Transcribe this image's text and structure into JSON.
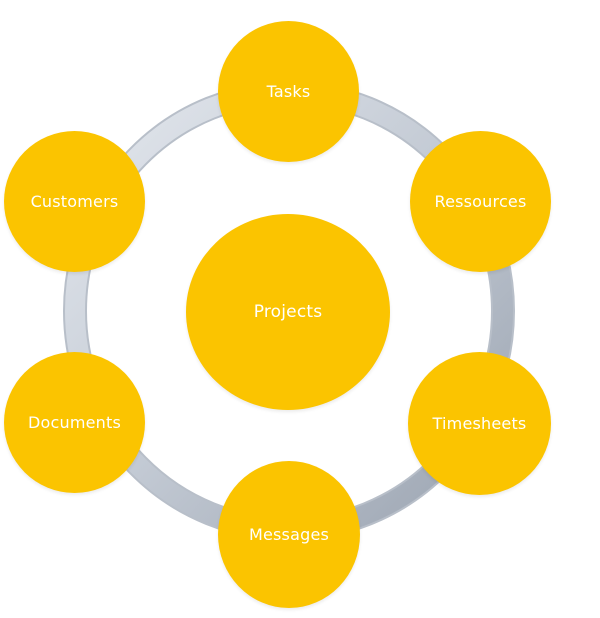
{
  "diagram": {
    "center": {
      "label": "Projects"
    },
    "nodes": [
      {
        "id": "tasks",
        "label": "Tasks"
      },
      {
        "id": "ressources",
        "label": "Ressources"
      },
      {
        "id": "timesheets",
        "label": "Timesheets"
      },
      {
        "id": "messages",
        "label": "Messages"
      },
      {
        "id": "documents",
        "label": "Documents"
      },
      {
        "id": "customers",
        "label": "Customers"
      }
    ],
    "colors": {
      "node_fill": "#fbc400",
      "node_text": "#ffffff",
      "ring": "#c5ccd6"
    }
  }
}
